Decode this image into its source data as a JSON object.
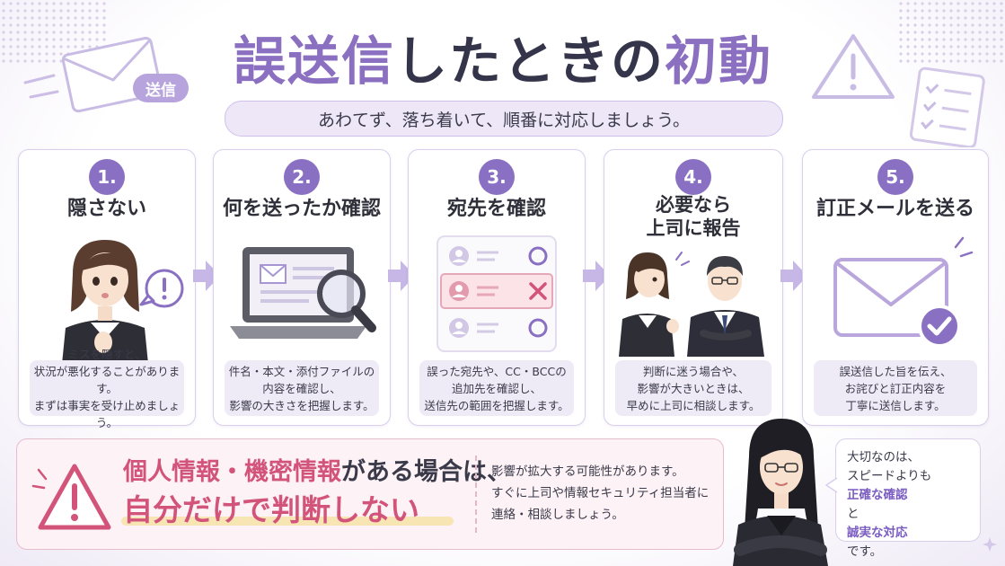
{
  "header": {
    "title_accent_1": "誤送信",
    "title_plain": "したときの",
    "title_accent_2": "初動",
    "subtitle": "あわてず、落ち着いて、順番に対応しましょう。",
    "envelope_tag": "送信"
  },
  "steps": [
    {
      "num": "1.",
      "title": "隠さない",
      "desc": [
        "ミスを隠すと、",
        "状況が悪化することがあります。",
        "まずは事実を受け止めましょう。"
      ]
    },
    {
      "num": "2.",
      "title": "何を送ったか確認",
      "desc": [
        "件名・本文・添付ファイルの",
        "内容を確認し、",
        "影響の大きさを把握します。"
      ]
    },
    {
      "num": "3.",
      "title": "宛先を確認",
      "desc": [
        "誤った宛先や、CC・BCCの",
        "追加先を確認し、",
        "送信先の範囲を把握します。"
      ]
    },
    {
      "num": "4.",
      "title_lines": [
        "必要なら",
        "上司に報告"
      ],
      "desc": [
        "判断に迷う場合や、",
        "影響が大きいときは、",
        "早めに上司に相談します。"
      ]
    },
    {
      "num": "5.",
      "title": "訂正メールを送る",
      "desc": [
        "誤送信した旨を伝え、",
        "お詫びと訂正内容を",
        "丁寧に送信します。"
      ]
    }
  ],
  "warning": {
    "line1_pink": "個人情報・機密情報",
    "line1_rest": "がある場合は、",
    "line2": "自分だけで判断しない",
    "detail": [
      "影響が拡大する可能性があります。",
      "すぐに上司や情報セキュリティ担当者に",
      "連絡・相談しましょう。"
    ]
  },
  "bubble": {
    "line1": "大切なのは、",
    "line2": "スピードよりも",
    "hl1": "正確な確認",
    "mid": "と",
    "hl2": "誠実な対応",
    "end": "です。"
  },
  "colors": {
    "accent": "#8a70c2",
    "pink": "#d2547a",
    "card_border": "#d9cfec",
    "desc_bg": "#efebf6"
  }
}
